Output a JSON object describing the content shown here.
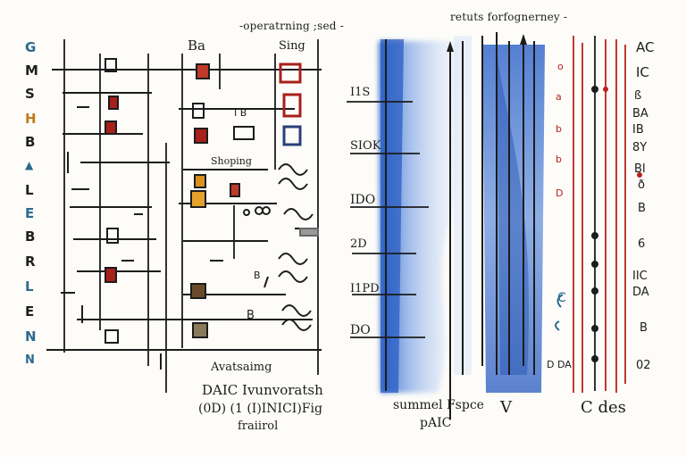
{
  "header": {
    "left_title": "-operatrning ;sed -",
    "right_title": "retuts forfognerney -"
  },
  "left_column": {
    "letters": [
      "G",
      "M",
      "S",
      "H",
      "B",
      "▲",
      "L",
      "E",
      "B",
      "R",
      "L",
      "E",
      "N",
      "N"
    ],
    "letter_colors": [
      "#2b6a8f",
      "#1f1f1f",
      "#1f1f1f",
      "#c07b1e",
      "#1f1f1f",
      "#2b6a8f",
      "#1f1f1f",
      "#2b6a8f",
      "#1f1f1f",
      "#1f1f1f",
      "#2b6a8f",
      "#1f1f1f",
      "#2b6a8f",
      "#2b6a8f"
    ]
  },
  "schematic": {
    "col_label_1": "Ba",
    "col_label_2": "Sing",
    "mid_label_1": "I B",
    "mid_label_2": "Shoping",
    "mid_label_3": "B",
    "mid_label_4": "B",
    "bottom_label": "Avatsaimg",
    "footer_line_1": "DAIC Ivunvoratsh",
    "footer_line_2": "(0D) (1 (I)INICI)Fig",
    "footer_line_3": "fraiirol"
  },
  "watercolor_panel": {
    "axis_labels": [
      "I1S",
      "SIOK",
      "IDO",
      "2D",
      "I1PD",
      "DO"
    ],
    "footer_line_1": "summel Fspce",
    "footer_line_2": "pAIC",
    "footer_letter": "V"
  },
  "right_panel": {
    "labels": [
      "AC",
      "IC",
      "ß",
      "BA",
      "IB",
      "8Y",
      "BI",
      "ð",
      "B",
      "6",
      "IIC",
      "DA",
      "B",
      "02"
    ],
    "red_marks": [
      "o",
      "a",
      "b",
      "b",
      "D"
    ],
    "bottom_left": "D DA",
    "bottom_mark": "C",
    "footer": "C des"
  },
  "colors": {
    "ink": "#1c1c1c",
    "blue": "#2f63c9",
    "red": "#b8231c",
    "amber": "#d9901e"
  }
}
